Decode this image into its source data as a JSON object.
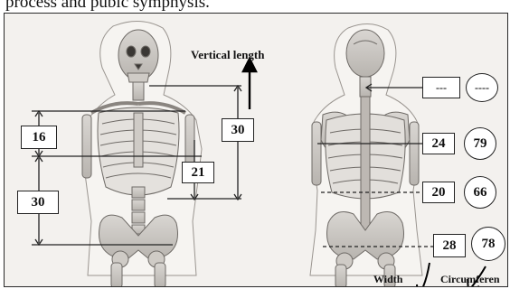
{
  "caption": "process and pubic symphysis.",
  "front": {
    "vertical_length_label": "Vertical length",
    "measure_16": "16",
    "measure_30_left": "30",
    "measure_21": "21",
    "measure_30_vertical": "30"
  },
  "back": {
    "top_box": "---",
    "top_circle": "----",
    "row1_width": "24",
    "row1_circ": "79",
    "row2_width": "20",
    "row2_circ": "66",
    "row3_width": "28",
    "row3_circ": "78",
    "width_label": "Width",
    "circumference_label": "Circumferen"
  }
}
